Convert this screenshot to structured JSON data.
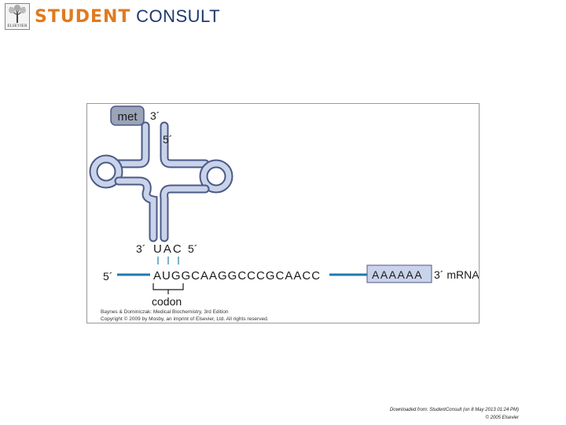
{
  "header": {
    "publisher_mark_label": "ELSEVIER",
    "brand_student": "STUDENT",
    "brand_consult": "CONSULT"
  },
  "figure": {
    "amino_acid": "met",
    "trna_end_3": "3´",
    "trna_end_5": "5´",
    "anticodon_3": "3´",
    "anticodon": "UAC",
    "anticodon_5": "5´",
    "mrna_5": "5´",
    "mrna_sequence": "AUGGCAAGGCCCGCAACC",
    "poly_a": "AAAAAA",
    "mrna_3_label": "3´ mRNA",
    "codon_label": "codon",
    "credit_line1": "Baynes & Dominiczak: Medical Biochemistry, 3rd Edition",
    "credit_line2": "Copyright © 2009 by Mosby, an imprint of Elsevier, Ltd. All rights reserved."
  },
  "footer": {
    "line1": "Downloaded from: StudentConsult (on 8 May 2013 01:24 PM)",
    "line2": "© 2005 Elsevier"
  },
  "colors": {
    "trna_fill": "#c9d3ea",
    "trna_stroke": "#4b5a86",
    "mrna_line": "#1f7ab0",
    "brand_orange": "#e07a1f",
    "brand_navy": "#1e3a6e"
  }
}
